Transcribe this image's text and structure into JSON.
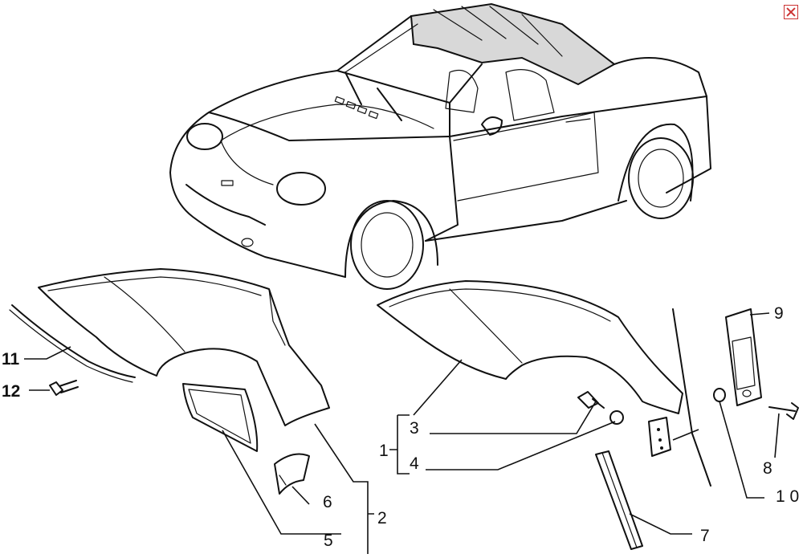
{
  "callouts": {
    "c1": "1",
    "c2": "2",
    "c3": "3",
    "c4": "4",
    "c5": "5",
    "c6": "6",
    "c7": "7",
    "c8": "8",
    "c9": "9",
    "c10": "1 0",
    "c11": "11",
    "c12": "12"
  },
  "colors": {
    "line": "#111111",
    "close": "#cc3333",
    "background": "#ffffff"
  },
  "icons": {
    "close": "close-icon"
  }
}
